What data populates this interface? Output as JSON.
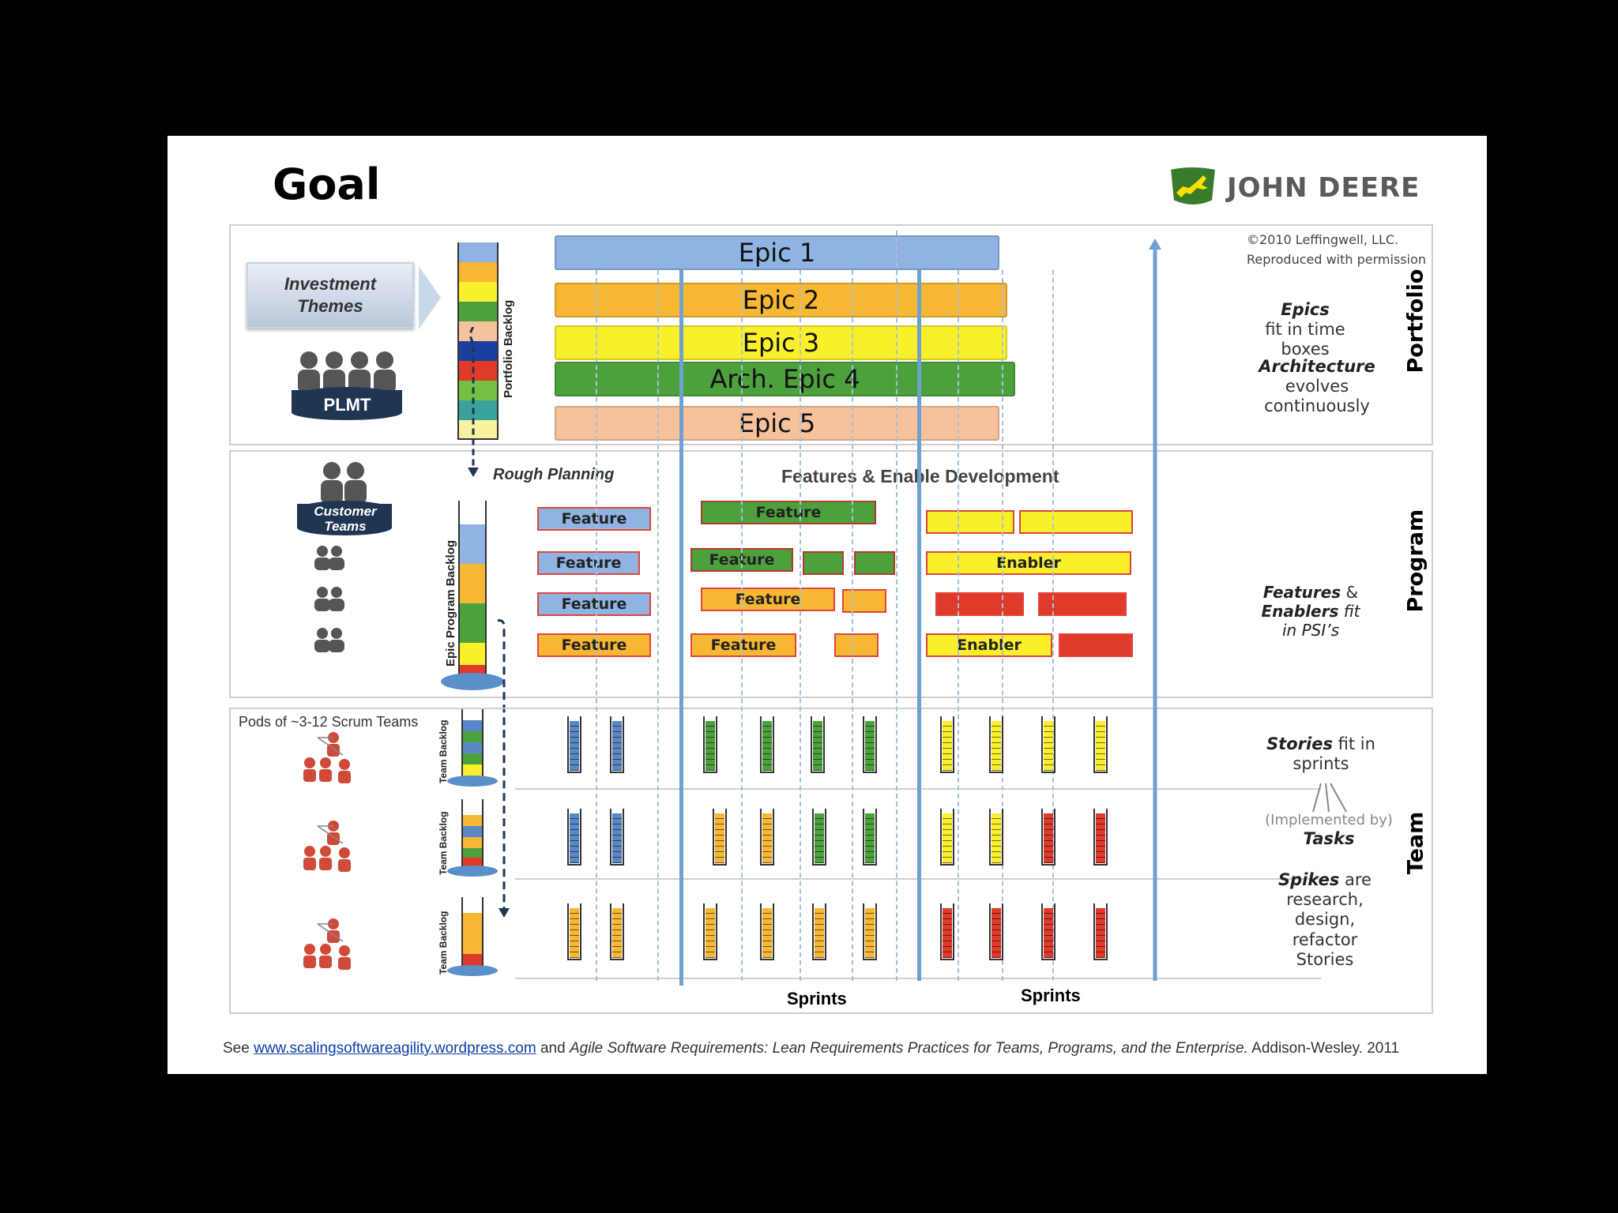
{
  "title": "Goal",
  "brand": {
    "name": "JOHN DEERE",
    "colors": {
      "green": "#367c2b",
      "yellow": "#ffde00"
    }
  },
  "copyright": {
    "line1": "©2010 Leffingwell, LLC.",
    "line2": "Reproduced with permission"
  },
  "portfolio": {
    "band_label": "Portfolio",
    "investment_themes": "Investment Themes",
    "plmt": "PLMT",
    "portfolio_backlog": "Portfolio Backlog",
    "epics": [
      {
        "label": "Epic 1",
        "color": "#8fb4e3"
      },
      {
        "label": "Epic 2",
        "color": "#f7b733"
      },
      {
        "label": "Epic 3",
        "color": "#f9ef2a"
      },
      {
        "label": "Arch. Epic 4",
        "color": "#4da13d"
      },
      {
        "label": "Epic 5",
        "color": "#f6c29c"
      }
    ],
    "side_epics": "Epics",
    "side_epics_rest": "fit in time boxes",
    "side_arch": "Architecture",
    "side_arch_rest1": "evolves",
    "side_arch_rest2": "continuously"
  },
  "program": {
    "band_label": "Program",
    "customer_teams": "Customer Teams",
    "epic_program_backlog": "Epic Program Backlog",
    "rough_planning": "Rough Planning",
    "features_enable": "Features & Enable Development",
    "feature_label": "Feature",
    "enabler_label": "Enabler",
    "side_features": "Features",
    "side_amp": "&",
    "side_enablers": "Enablers",
    "side_fit": "fit",
    "side_in_psi": "in PSI’s"
  },
  "team": {
    "band_label": "Team",
    "pods": "Pods of ~3-12 Scrum Teams",
    "team_backlog": "Team Backlog",
    "sprints": "Sprints",
    "side_stories": "Stories",
    "side_stories_rest": "fit in",
    "side_sprints": "sprints",
    "side_implemented": "(Implemented by)",
    "side_tasks": "Tasks",
    "side_spikes": "Spikes",
    "side_are": "are",
    "side_research": "research,",
    "side_design": "design,",
    "side_refactor": "refactor",
    "side_stories2": "Stories"
  },
  "footer": {
    "see": "See",
    "link": "www.scalingsoftwareagility.wordpress.com",
    "and": "and",
    "book": "Agile Software Requirements: Lean Requirements Practices for Teams, Programs, and the Enterprise.",
    "publisher": "Addison-Wesley. 2011"
  }
}
